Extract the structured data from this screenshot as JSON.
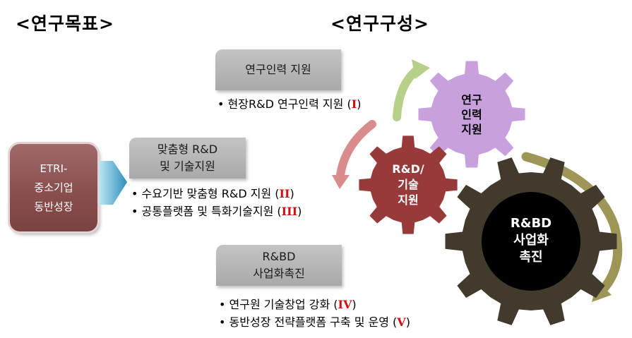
{
  "headings": {
    "goal": "<연구목표>",
    "structure": "<연구구성>"
  },
  "goal_box": {
    "lines": [
      "ETRI-",
      "중소기업",
      "동반성장"
    ]
  },
  "sections": [
    {
      "title_lines": [
        "연구인력 지원"
      ],
      "bullets": [
        {
          "text": "현장R&D 연구인력 지원 (",
          "roman": "I",
          "end": ")"
        }
      ]
    },
    {
      "title_lines": [
        "맞춤형 R&D",
        "및 기술지원"
      ],
      "bullets": [
        {
          "text": "수요기반 맞춤형 R&D 지원 (",
          "roman": "II",
          "end": ")"
        },
        {
          "text": "공통플랫폼 및 특화기술지원 (",
          "roman": "III",
          "end": ")"
        }
      ]
    },
    {
      "title_lines": [
        "R&BD",
        "사업화촉진"
      ],
      "bullets": [
        {
          "text": "연구원 기술창업 강화 (",
          "roman": "IV",
          "end": ")"
        },
        {
          "text": "동반성장 전략플랫폼 구축 및 운영 (",
          "roman": "V",
          "end": ")"
        }
      ]
    }
  ],
  "gears": [
    {
      "lines": [
        "연구",
        "인력",
        "지원"
      ],
      "color": "#c8a0de",
      "text_color": "#000000"
    },
    {
      "lines": [
        "R&D/",
        "기술",
        "지원"
      ],
      "color": "#993a3a",
      "text_color": "#ffffff"
    },
    {
      "lines": [
        "R&BD",
        "사업화",
        "촉진"
      ],
      "color": "#423a2d",
      "text_color": "#ffffff"
    }
  ],
  "colors": {
    "goal_box": "#8a4f4f",
    "arrow_blue": "#3aa0c8",
    "arrow_green": "#b6d08a",
    "arrow_pink": "#d88c8c",
    "arrow_olive": "#9e9656",
    "roman": "#d01010"
  }
}
